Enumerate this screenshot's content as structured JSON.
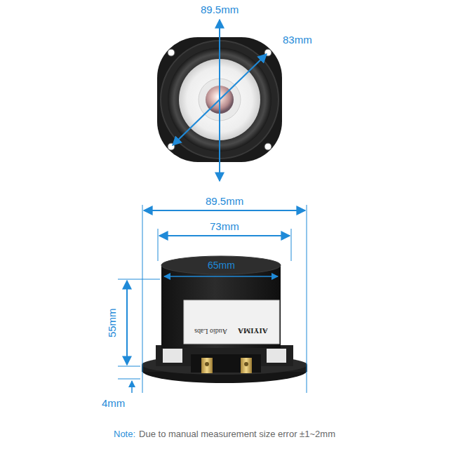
{
  "diagram": {
    "labels": [
      "89.5mm",
      "83mm",
      "89.5mm",
      "73mm",
      "65mm",
      "AIYIMA",
      "Audio Labs",
      "55mm",
      "4mm",
      "Note:",
      "Due to manual measurement size error ±1~2mm"
    ]
  }
}
